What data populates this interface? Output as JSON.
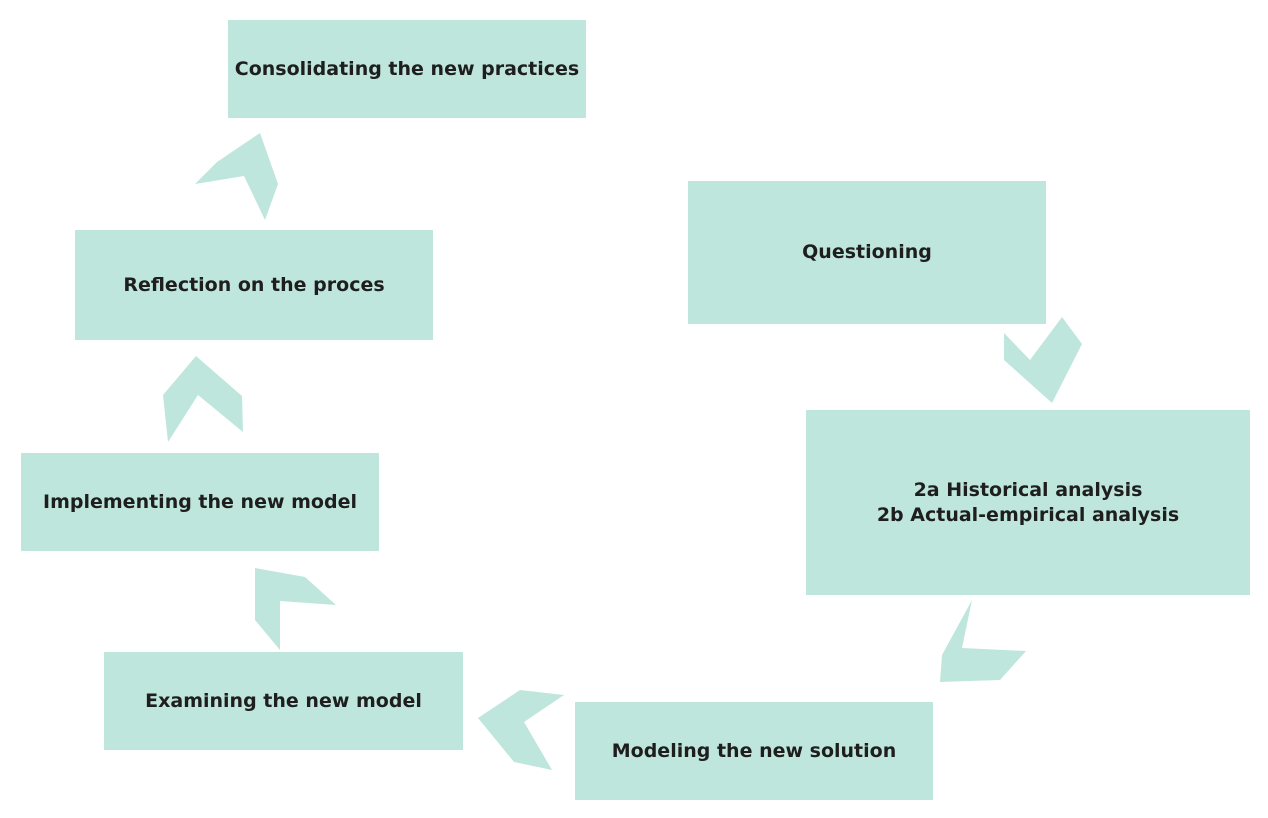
{
  "diagram": {
    "fill_color": "#bfe6dc",
    "text_color": "#1e1e1e",
    "steps": [
      {
        "id": "questioning",
        "lines": [
          "Questioning"
        ]
      },
      {
        "id": "analysis",
        "lines": [
          "2a Historical analysis",
          "2b Actual-empirical analysis"
        ]
      },
      {
        "id": "modeling",
        "lines": [
          "Modeling the new solution"
        ]
      },
      {
        "id": "examining",
        "lines": [
          "Examining the new model"
        ]
      },
      {
        "id": "implementing",
        "lines": [
          "Implementing the new model"
        ]
      },
      {
        "id": "reflection",
        "lines": [
          "Reflection on the proces"
        ]
      },
      {
        "id": "consolidating",
        "lines": [
          "Consolidating the new practices"
        ]
      }
    ]
  }
}
